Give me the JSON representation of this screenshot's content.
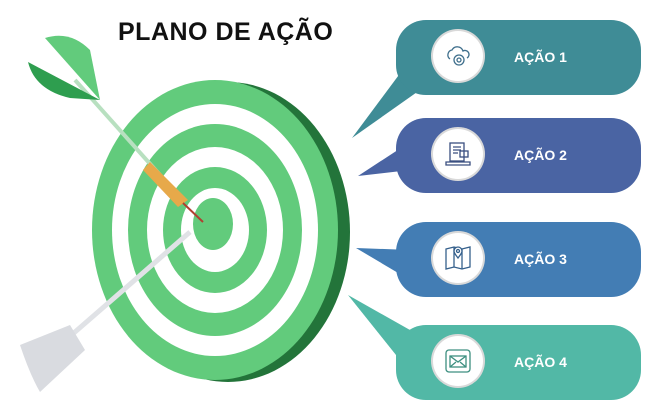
{
  "title": "PLANO DE AÇÃO",
  "actions": [
    {
      "label": "AÇÃO 1",
      "icon": "cloud-gear-icon",
      "color": "#3f8c96"
    },
    {
      "label": "AÇÃO 2",
      "icon": "laptop-document-icon",
      "color": "#4a64a3"
    },
    {
      "label": "AÇÃO 3",
      "icon": "map-pin-icon",
      "color": "#437db4"
    },
    {
      "label": "AÇÃO 4",
      "icon": "envelope-icon",
      "color": "#52b8a6"
    }
  ]
}
